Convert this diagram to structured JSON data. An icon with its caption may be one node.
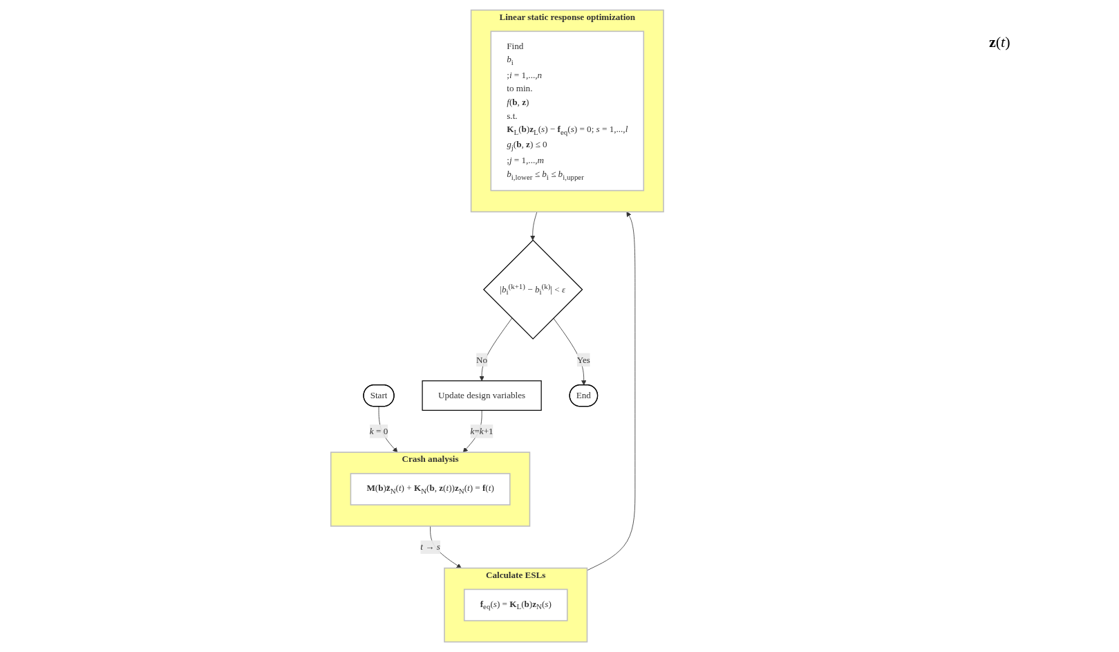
{
  "diagram": {
    "nodes": [
      {
        "text": [
          "Start"
        ]
      },
      {
        "text": [
          "Crash analysis"
        ]
      },
      {
        "text": [
          "**M**(**b**)**z̈**$_{N}$(*t*) + **K**$_{N}$(**b**, **z**(*t*))**z**$_{N}$(*t*) = **f**(*t*)"
        ],
        "in": 1
      },
      {
        "text": [
          "Calculate ESLs"
        ]
      },
      {
        "text": [
          "**f**$_{eq}$(*s*) = **K**$_{L}$(**b**)**z**$_{N}$(*s*)"
        ],
        "in": 3
      },
      {
        "text": [
          "Linear static response optimization"
        ]
      },
      {
        "text": [
          "Find",
          "*b*$_{i}$",
          ";*i* = 1,...,*n*",
          "to min.",
          "*f*(**b**, **z**)",
          "s.t.",
          "**K**$_{L}$(**b**)**z**$_{L}$(*s*) − **f**$_{eq}$(*s*) = 0; *s* = 1,...,*l*",
          "*g*$_{j}$(**b**, **z**) ≤ 0",
          ";*j* = 1,...,*m*",
          "*b*$_{i,lower}$ ≤ *b*$_{i}$ ≤ *b*$_{i,upper}$"
        ],
        "in": 5
      },
      {
        "text": [
          "Update design variables"
        ]
      },
      {
        "text": [
          "|*b*$_{i}$$^{(k+1)}$ − *b*$_{i}$$^{(k)}$| < *ε*"
        ]
      },
      {
        "text": [
          "End"
        ]
      }
    ],
    "edges": [
      {
        "from": 0,
        "to": 1,
        "arrow": "to",
        "label": "*k* = 0"
      },
      {
        "from": 7,
        "to": 1,
        "arrow": "to",
        "label": "*k*=*k*+1"
      },
      {
        "from": 1,
        "to": 3,
        "arrow": "to",
        "label": "*t* → *s*"
      },
      {
        "from": 3,
        "to": 5,
        "arrow": "to"
      },
      {
        "from": 5,
        "to": 8,
        "arrow": "to"
      },
      {
        "from": 8,
        "to": 7,
        "arrow": "to",
        "label": "No"
      },
      {
        "from": 8,
        "to": 9,
        "arrow": "to",
        "label": "Yes"
      }
    ],
    "labels": [
      "**z**(*t*)"
    ]
  }
}
